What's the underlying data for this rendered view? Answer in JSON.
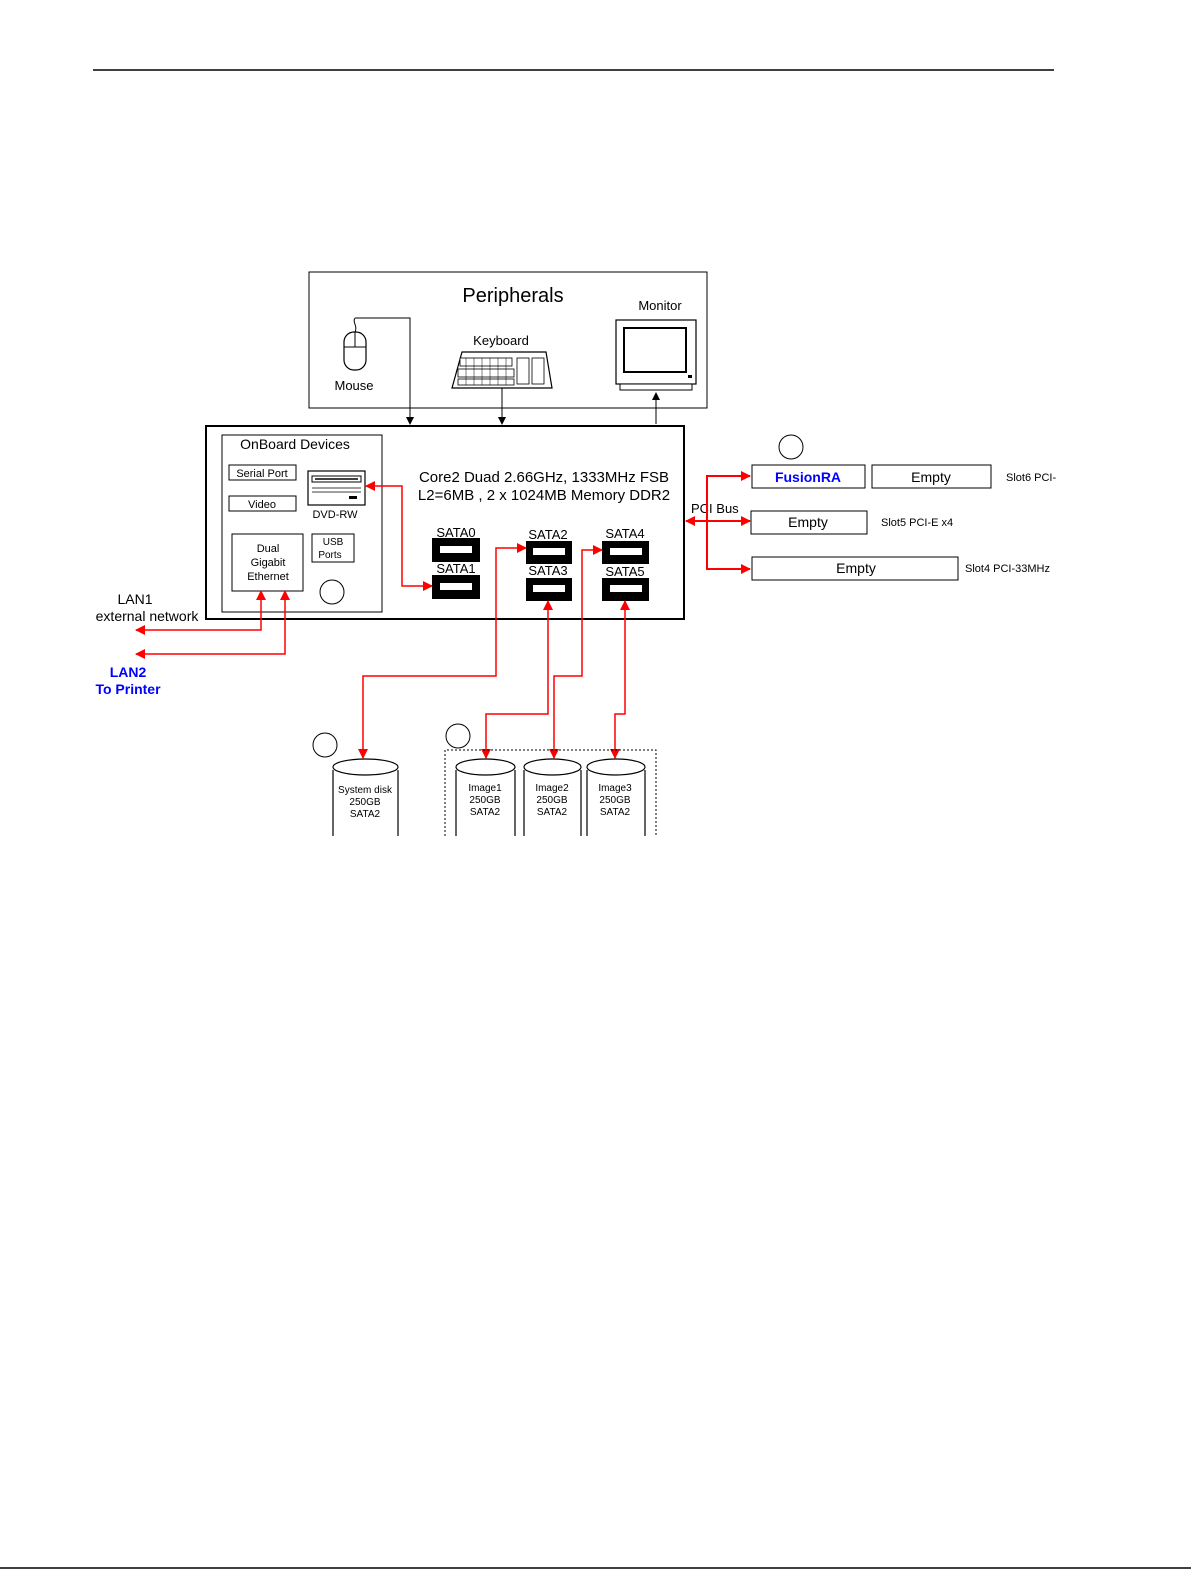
{
  "peripherals": {
    "title": "Peripherals",
    "mouse": "Mouse",
    "keyboard": "Keyboard",
    "monitor": "Monitor"
  },
  "onboard": {
    "title": "OnBoard Devices",
    "serial_port": "Serial Port",
    "video": "Video",
    "dvd": "DVD-RW",
    "usb": [
      "USB",
      "Ports"
    ],
    "ethernet": [
      "Dual",
      "Gigabit",
      "Ethernet"
    ]
  },
  "cpu": {
    "line1": "Core2 Duad 2.66GHz, 1333MHz FSB",
    "line2": "L2=6MB , 2 x 1024MB Memory DDR2"
  },
  "sata": {
    "p0": "SATA0",
    "p1": "SATA1",
    "p2": "SATA2",
    "p3": "SATA3",
    "p4": "SATA4",
    "p5": "SATA5"
  },
  "pci": {
    "bus_label": "PCI Bus",
    "slot6_card": "FusionRA",
    "slot6_empty": "Empty",
    "slot6_label": "Slot6 PCI-",
    "slot5_card": "Empty",
    "slot5_label": "Slot5 PCI-E x4",
    "slot4_card": "Empty",
    "slot4_label": "Slot4 PCI-33MHz"
  },
  "network": {
    "lan1": "LAN1",
    "lan1_desc": "external network",
    "lan2": "LAN2",
    "lan2_desc": "To Printer"
  },
  "disks": [
    {
      "name": "System disk",
      "size": "250GB",
      "type": "SATA2"
    },
    {
      "name": "Image1",
      "size": "250GB",
      "type": "SATA2"
    },
    {
      "name": "Image2",
      "size": "250GB",
      "type": "SATA2"
    },
    {
      "name": "Image3",
      "size": "250GB",
      "type": "SATA2"
    }
  ],
  "colors": {
    "connector": "#ff0000",
    "highlight_text": "#0000ff",
    "line": "#000000"
  }
}
